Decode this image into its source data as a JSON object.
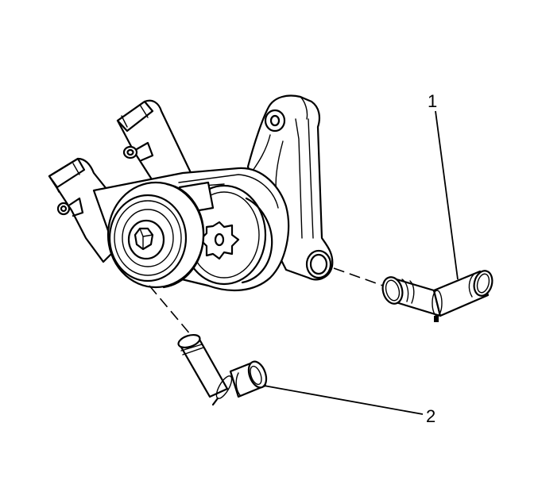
{
  "diagram": {
    "type": "exploded-parts-illustration",
    "subject": "Drive belt tensioner assembly with coolant hoses/pipes",
    "background_color": "#ffffff",
    "line_color": "#000000",
    "callouts": [
      {
        "id": "1",
        "label": "1",
        "points_to": "elbow coolant pipe (right)"
      },
      {
        "id": "2",
        "label": "2",
        "points_to": "elbow coolant pipe (lower)"
      }
    ]
  }
}
